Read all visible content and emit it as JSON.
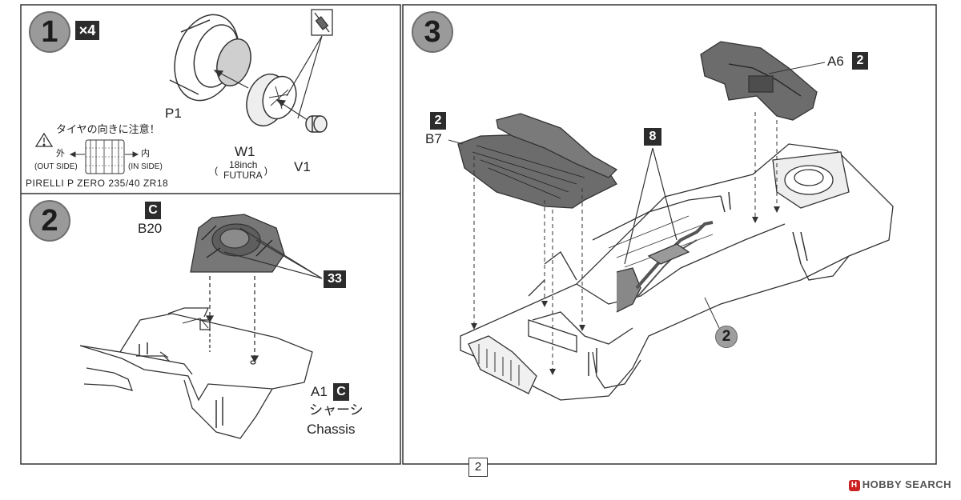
{
  "page_number": "2",
  "watermark": "HOBBY SEARCH",
  "watermark_icon": "H",
  "step1": {
    "number": "1",
    "quantity": "×4",
    "parts": {
      "tire": "P1",
      "wheel": "W1",
      "cap": "V1"
    },
    "wheel_note": {
      "line1": "18inch",
      "line2": "FUTURA"
    },
    "caution": "タイヤの向きに注意！",
    "out_side_jp": "外",
    "in_side_jp": "内",
    "out_side": "(OUT SIDE)",
    "in_side": "(IN SIDE)",
    "tire_name": "PIRELLI P ZERO 235/40 ZR18"
  },
  "step2": {
    "number": "2",
    "part_color_tag": "C",
    "part": "B20",
    "color_code": "33",
    "chassis_part": "A1",
    "chassis_color_tag": "C",
    "chassis_jp": "シャーシ",
    "chassis_en": "Chassis"
  },
  "step3": {
    "number": "3",
    "part_a6": "A6",
    "part_a6_color": "2",
    "part_b7": "B7",
    "part_b7_color": "2",
    "color_code": "8",
    "ref_step": "2"
  }
}
